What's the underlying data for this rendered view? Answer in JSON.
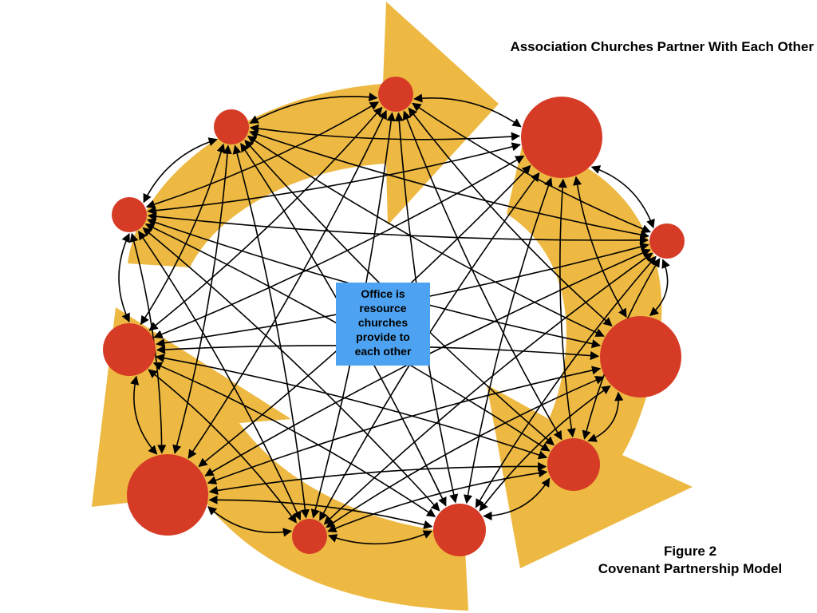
{
  "title": "Association Churches Partner With Each Other",
  "figure": {
    "number": "Figure 2",
    "name": "Covenant Partnership Model"
  },
  "center_box": {
    "lines": [
      "Office is",
      "resource",
      "churches",
      "provide to",
      "each other"
    ]
  },
  "colors": {
    "cycle_arrows": "#edb942",
    "church_node": "#d63b26",
    "office_box": "#4da3f2",
    "connector": "#000000"
  },
  "churches": [
    {
      "id": "church-top",
      "size": "small"
    },
    {
      "id": "church-top-right",
      "size": "large"
    },
    {
      "id": "church-right-upper",
      "size": "small"
    },
    {
      "id": "church-right",
      "size": "large"
    },
    {
      "id": "church-bottom-right",
      "size": "medium"
    },
    {
      "id": "church-bottom-center",
      "size": "medium"
    },
    {
      "id": "church-bottom-left-small",
      "size": "small"
    },
    {
      "id": "church-bottom-left",
      "size": "large"
    },
    {
      "id": "church-left",
      "size": "medium"
    },
    {
      "id": "church-left-upper",
      "size": "small"
    },
    {
      "id": "church-top-left",
      "size": "small"
    }
  ],
  "connections": "every church is linked to every other church with a two-way arrow"
}
